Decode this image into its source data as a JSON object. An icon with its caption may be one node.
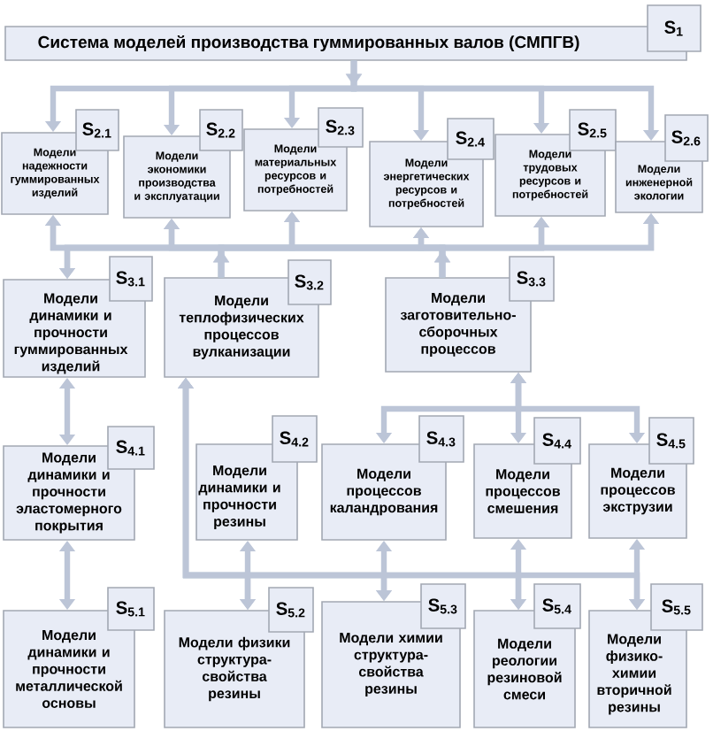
{
  "diagram": {
    "nodes": [
      {
        "text": [
          "S$_{1}$",
          "Система моделей производства гуммированных валов (СМПГВ)"
        ]
      },
      {
        "text": [
          "S$_{2.1}$",
          "Модели надежности гуммированных изделий"
        ]
      },
      {
        "text": [
          "S$_{2.2}$",
          "Модели экономики производства и эксплуатации"
        ]
      },
      {
        "text": [
          "S$_{2.3}$",
          "Модели материальных ресурсов и потребностей"
        ]
      },
      {
        "text": [
          "S$_{2.4}$",
          "Модели энергетических ресурсов и потребностей"
        ]
      },
      {
        "text": [
          "S$_{2.5}$",
          "Модели трудовых ресурсов и потребностей"
        ]
      },
      {
        "text": [
          "S$_{2.6}$",
          "Модели инженерной экологии"
        ]
      },
      {
        "text": [
          "S$_{3.1}$",
          "Модели динамики и прочности гуммированных изделий"
        ]
      },
      {
        "text": [
          "S$_{3.2}$",
          "Модели теплофизических процессов вулканизации"
        ]
      },
      {
        "text": [
          "S$_{3.3}$",
          "Модели заготовительно-сборочных процессов"
        ]
      },
      {
        "text": [
          "S$_{4.1}$",
          "Модели динамики и прочности эластомерного покрытия"
        ]
      },
      {
        "text": [
          "S$_{4.2}$",
          "Модели динамики и прочности резины"
        ]
      },
      {
        "text": [
          "S$_{4.3}$",
          "Модели процессов каландрования"
        ]
      },
      {
        "text": [
          "S$_{4.4}$",
          "Модели процессов смешения"
        ]
      },
      {
        "text": [
          "S$_{4.5}$",
          "Модели процессов экструзии"
        ]
      },
      {
        "text": [
          "S$_{5.1}$",
          "Модели динамики и прочности металлической основы"
        ]
      },
      {
        "text": [
          "S$_{5.2}$",
          "Модели физики структура-свойства резины"
        ]
      },
      {
        "text": [
          "S$_{5.3}$",
          "Модели химии структура-свойства резины"
        ]
      },
      {
        "text": [
          "S$_{5.4}$",
          "Модели реологии резиновой смеси"
        ]
      },
      {
        "text": [
          "S$_{5.5}$",
          "Модели физико-химии вторичной резины"
        ]
      }
    ],
    "edges": [
      {
        "from": 0,
        "to": 1,
        "arrow": "to"
      },
      {
        "from": 0,
        "to": 2,
        "arrow": "to"
      },
      {
        "from": 0,
        "to": 3,
        "arrow": "to"
      },
      {
        "from": 0,
        "to": 4,
        "arrow": "to"
      },
      {
        "from": 0,
        "to": 5,
        "arrow": "to"
      },
      {
        "from": 0,
        "to": 6,
        "arrow": "to"
      },
      {
        "from": 8,
        "to": 1,
        "arrow": "to"
      },
      {
        "from": 8,
        "to": 2,
        "arrow": "to"
      },
      {
        "from": 8,
        "to": 3,
        "arrow": "to"
      },
      {
        "from": 8,
        "to": 4,
        "arrow": "to"
      },
      {
        "from": 8,
        "to": 5,
        "arrow": "to"
      },
      {
        "from": 8,
        "to": 6,
        "arrow": "to"
      },
      {
        "from": 8,
        "to": 7,
        "arrow": "to"
      },
      {
        "from": 9,
        "to": 1,
        "arrow": "to"
      },
      {
        "from": 9,
        "to": 2,
        "arrow": "to"
      },
      {
        "from": 9,
        "to": 3,
        "arrow": "to"
      },
      {
        "from": 9,
        "to": 4,
        "arrow": "to"
      },
      {
        "from": 9,
        "to": 5,
        "arrow": "to"
      },
      {
        "from": 9,
        "to": 6,
        "arrow": "to"
      },
      {
        "from": 9,
        "to": 7,
        "arrow": "to"
      },
      {
        "from": 7,
        "to": 10,
        "arrow": "both"
      },
      {
        "from": 10,
        "to": 15,
        "arrow": "both"
      },
      {
        "from": 9,
        "to": 12,
        "arrow": "both"
      },
      {
        "from": 9,
        "to": 13,
        "arrow": "both"
      },
      {
        "from": 9,
        "to": 14,
        "arrow": "both"
      },
      {
        "from": 11,
        "to": 16,
        "arrow": "both"
      },
      {
        "from": 12,
        "to": 17,
        "arrow": "both"
      },
      {
        "from": 13,
        "to": 18,
        "arrow": "both"
      },
      {
        "from": 14,
        "to": 19,
        "arrow": "both"
      },
      {
        "from": 16,
        "to": 8,
        "arrow": "both"
      },
      {
        "from": 17,
        "to": 8,
        "arrow": "both"
      },
      {
        "from": 18,
        "to": 8,
        "arrow": "both"
      },
      {
        "from": 19,
        "to": 8,
        "arrow": "both"
      }
    ]
  }
}
